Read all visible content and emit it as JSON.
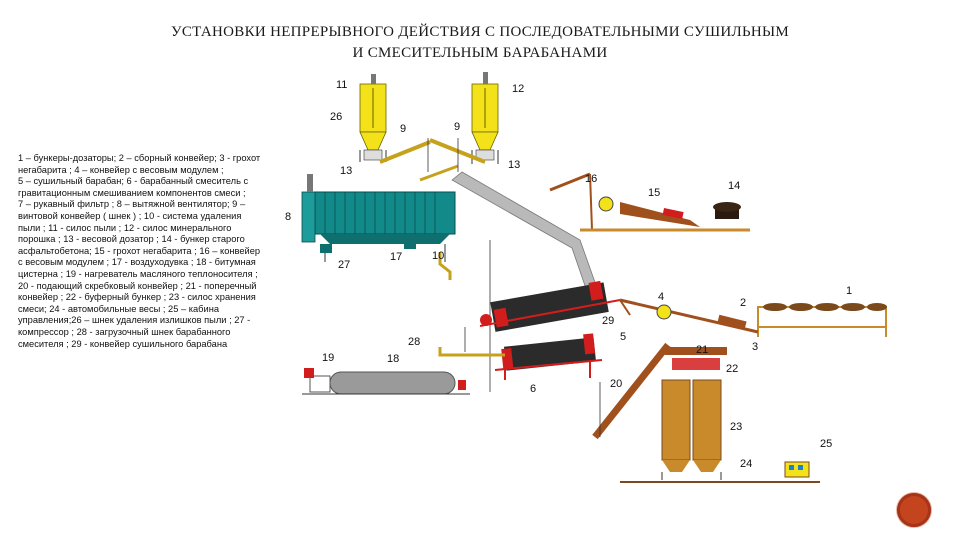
{
  "slide": {
    "title_line1": "УСТАНОВКИ НЕПРЕРЫВНОГО ДЕЙСТВИЯ С ПОСЛЕДОВАТЕЛЬНЫМИ СУШИЛЬНЫМ",
    "title_line2": "И СМЕСИТЕЛЬНЫМ БАРАБАНАМИ"
  },
  "legend": {
    "line1": "1 – бункеры-дозаторы; 2 – сборный конвейер; 3 - грохот негабарита ; 4 – конвейер с весовым модулем ;",
    "line2": "5 – сушильный барабан; 6 - барабанный смеситель с гравитационным смешиванием компонентов смеси ;",
    "line3": "7 – рукавный фильтр ; 8 – вытяжной вентилятор; 9 – винтовой конвейер ( шнек ) ; 10 - система удаления пыли ; 11 - силос пыли ; 12 - силос минерального порошка ; 13 - весовой дозатор ; 14 - бункер старого асфальтобетона; 15 - грохот негабарита ; 16 – конвейер с весовым модулем ; 17 - воздуходувка ; 18 - битумная цистерна ; 19 - нагреватель масляного теплоносителя ; 20 - подающий скребковый конвейер ; 21 - поперечный конвейер ; 22 - буферный бункер ; 23 - силос хранения смеси; 24 - автомобильные весы ; 25 – кабина управления;26 – шнек удаления излишков пыли ; 27 - компрессор ; 28 - загрузочный шнек барабанного смесителя ; 29 - конвейер сушильного барабана"
  },
  "labels": [
    "1",
    "2",
    "3",
    "4",
    "5",
    "6",
    "8",
    "9",
    "9",
    "10",
    "11",
    "12",
    "13",
    "13",
    "14",
    "15",
    "16",
    "17",
    "18",
    "19",
    "20",
    "21",
    "22",
    "23",
    "24",
    "25",
    "26",
    "27",
    "28",
    "29"
  ],
  "colors": {
    "silo": "#f3e21a",
    "filter": "#138a8a",
    "drum": "#2b2b2b",
    "frame": "#d21d1d",
    "conveyor": "#a0501c",
    "storage": "#c98a2c",
    "tank": "#9a9a9a",
    "accent": "#c4441e"
  }
}
